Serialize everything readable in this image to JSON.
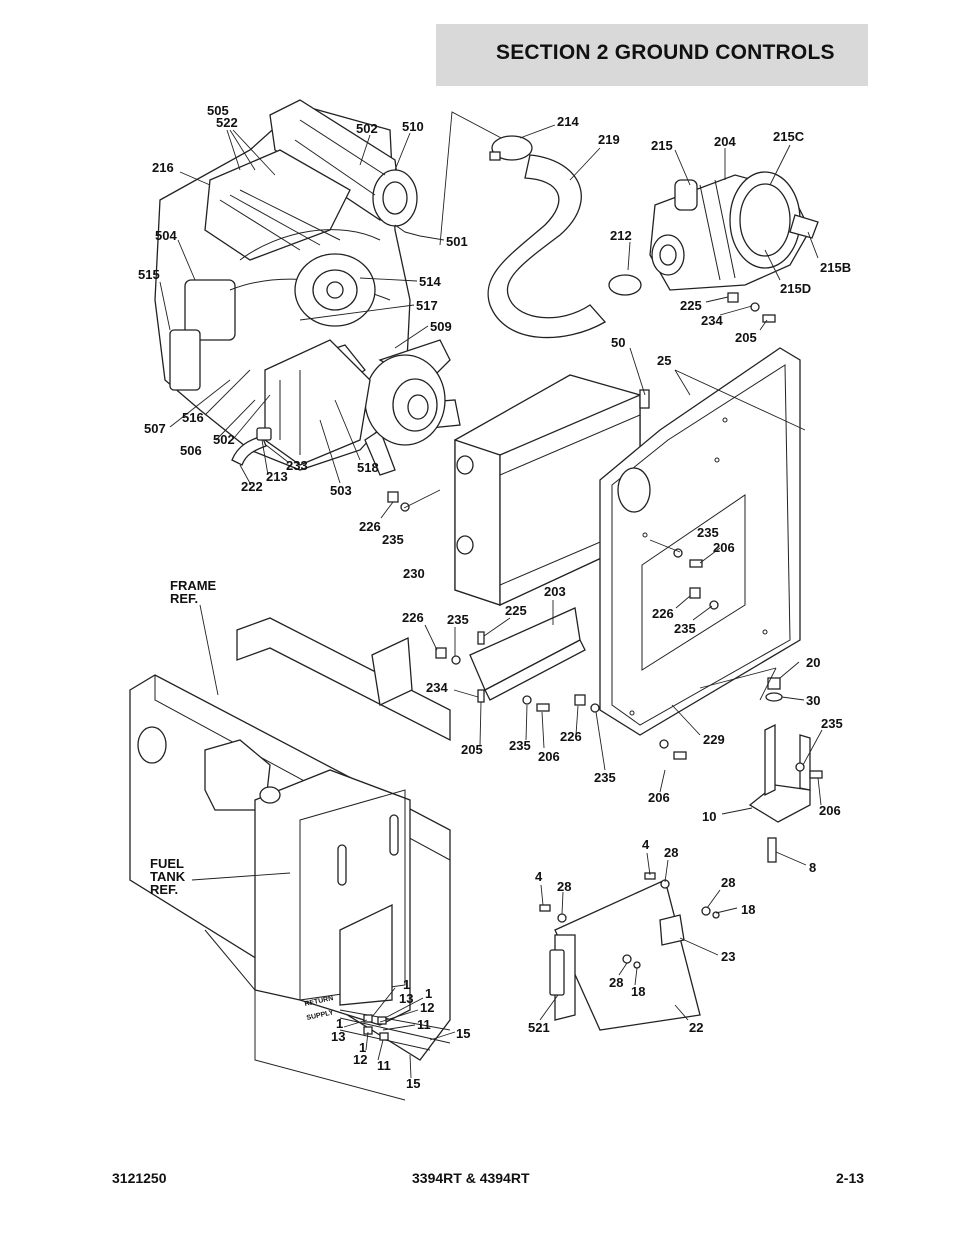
{
  "header": {
    "title": "SECTION 2   GROUND CONTROLS"
  },
  "footer": {
    "left": "3121250",
    "center": "3394RT & 4394RT",
    "right": "2-13"
  },
  "references": {
    "frame_line1": "FRAME",
    "frame_line2": "REF.",
    "fuel_line1": "FUEL",
    "fuel_line2": "TANK",
    "fuel_line3": "REF."
  },
  "tank_stamps": {
    "return": "RETURN",
    "supply": "SUPPLY"
  },
  "callouts": {
    "c505": "505",
    "c522": "522",
    "c502a": "502",
    "c510": "510",
    "c216": "216",
    "c504": "504",
    "c515": "515",
    "c501": "501",
    "c514": "514",
    "c517": "517",
    "c509": "509",
    "c507": "507",
    "c516": "516",
    "c502b": "502",
    "c506": "506",
    "c233": "233",
    "c213": "213",
    "c222": "222",
    "c518": "518",
    "c503": "503",
    "c214": "214",
    "c219": "219",
    "c215": "215",
    "c204": "204",
    "c215C": "215C",
    "c212": "212",
    "c215B": "215B",
    "c215D": "215D",
    "c225a": "225",
    "c234a": "234",
    "c205a": "205",
    "c50": "50",
    "c25": "25",
    "c226a": "226",
    "c235a": "235",
    "c230": "230",
    "c235b": "235",
    "c206a": "206",
    "c226b": "226",
    "c235c": "235",
    "c203": "203",
    "c226c": "226",
    "c235d": "235",
    "c225b": "225",
    "c234b": "234",
    "c205b": "205",
    "c235e": "235",
    "c206b": "206",
    "c226d": "226",
    "c235f": "235",
    "c229": "229",
    "c206c": "206",
    "c20": "20",
    "c30": "30",
    "c235g": "235",
    "c10": "10",
    "c206d": "206",
    "c8": "8",
    "c4a": "4",
    "c28a": "28",
    "c4b": "4",
    "c28b": "28",
    "c28c": "28",
    "c18a": "18",
    "c23": "23",
    "c28d": "28",
    "c18b": "18",
    "c521": "521",
    "c22": "22",
    "c1a": "1",
    "c1b": "1",
    "c13a": "13",
    "c12a": "12",
    "c1c": "1",
    "c13b": "13",
    "c11a": "11",
    "c1d": "1",
    "c12b": "12",
    "c11b": "11",
    "c15a": "15",
    "c15b": "15"
  }
}
